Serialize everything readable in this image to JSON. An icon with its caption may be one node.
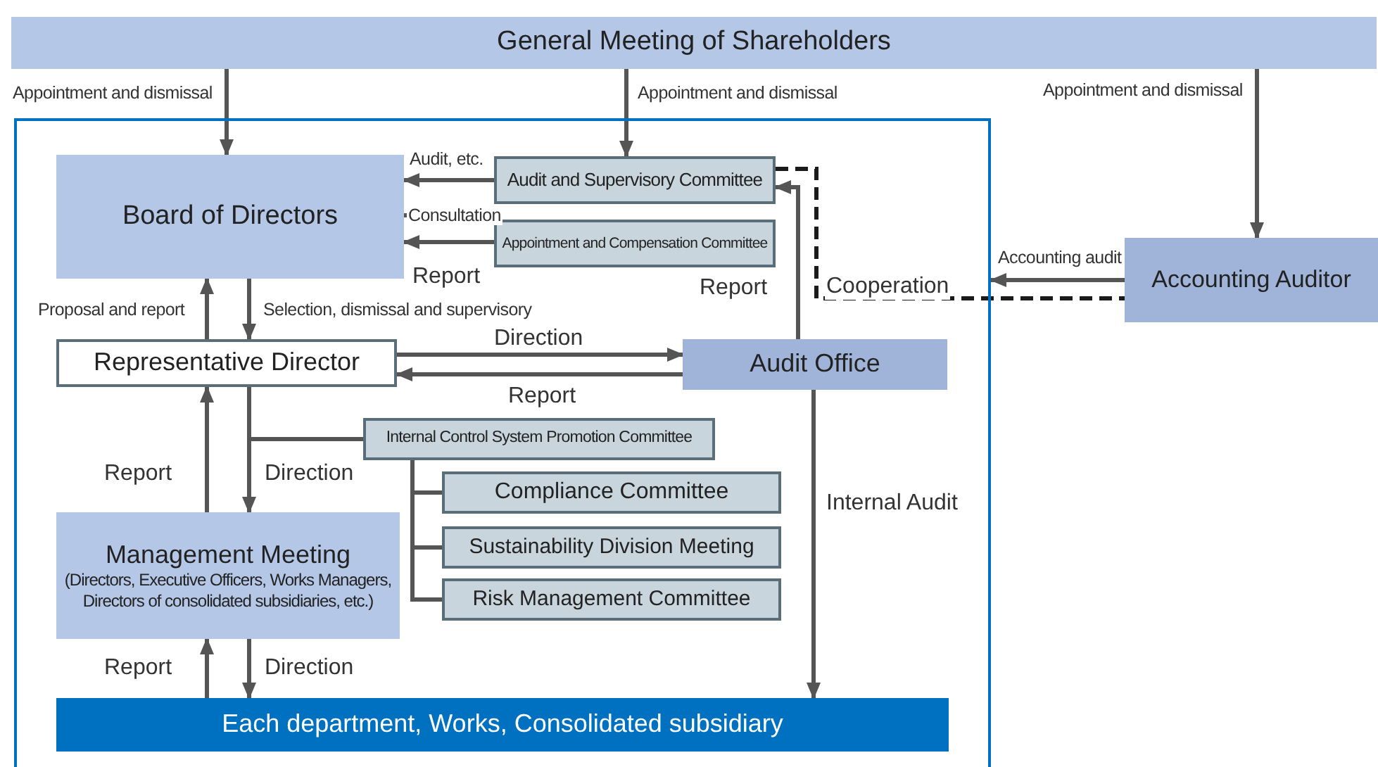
{
  "diagram": {
    "nodes": [
      {
        "text": [
          "General Meeting of Shareholders"
        ]
      },
      {
        "text": [],
        "shape": "box"
      },
      {
        "text": [
          "Board of Directors"
        ],
        "in": 1
      },
      {
        "text": [
          "Audit and Supervisory Committee"
        ],
        "in": 1
      },
      {
        "text": [
          "Appointment and Compensation Committee"
        ],
        "in": 1
      },
      {
        "text": [
          "Accounting Auditor"
        ]
      },
      {
        "text": [
          "Representative Director"
        ],
        "in": 1
      },
      {
        "text": [
          "Audit Office"
        ],
        "in": 1
      },
      {
        "text": [
          "Internal Control System Promotion Committee"
        ],
        "in": 1
      },
      {
        "text": [
          "Management Meeting",
          "(Directors, Executive Officers, Works Managers, Directors of consolidated subsidiaries, etc.)"
        ],
        "in": 1
      },
      {
        "text": [
          "Compliance Committee"
        ],
        "in": 1
      },
      {
        "text": [
          "Sustainability Division Meeting"
        ],
        "in": 1
      },
      {
        "text": [
          "Risk Management Committee"
        ],
        "in": 1
      },
      {
        "text": [
          "Each department, Works, Consolidated subsidiary"
        ],
        "in": 1
      }
    ],
    "edges": [
      {
        "from": 0,
        "to": 2,
        "arrow": "to",
        "label": "Appointment and dismissal"
      },
      {
        "from": 0,
        "to": 3,
        "arrow": "to",
        "label": "Appointment and dismissal"
      },
      {
        "from": 0,
        "to": 5,
        "arrow": "to",
        "label": "Appointment and dismissal"
      },
      {
        "from": 3,
        "to": 2,
        "arrow": "to",
        "label": "Audit, etc."
      },
      {
        "from": 2,
        "to": 4,
        "arrow": "to",
        "label": "Consultation"
      },
      {
        "from": 4,
        "to": 2,
        "arrow": "to",
        "label": "Report"
      },
      {
        "from": 7,
        "to": 3,
        "arrow": "to",
        "label": "Report"
      },
      {
        "from": 3,
        "to": 5,
        "arrow": "none",
        "label": "Cooperation",
        "style": "dashed",
        "color": "#1a1a1a"
      },
      {
        "from": 5,
        "to": 1,
        "arrow": "to",
        "label": "Accounting audit"
      },
      {
        "from": 6,
        "to": 2,
        "arrow": "to",
        "label": "Proposal and report"
      },
      {
        "from": 2,
        "to": 6,
        "arrow": "to",
        "label": "Selection, dismissal and supervisory"
      },
      {
        "from": 6,
        "to": 7,
        "arrow": "to",
        "label": "Direction"
      },
      {
        "from": 7,
        "to": 6,
        "arrow": "to",
        "label": "Report"
      },
      {
        "from": 6,
        "to": 9,
        "arrow": "to",
        "label": "Direction"
      },
      {
        "from": 6,
        "to": 8,
        "arrow": "none"
      },
      {
        "from": 9,
        "to": 6,
        "arrow": "to",
        "label": "Report"
      },
      {
        "from": 8,
        "to": 10,
        "arrow": "none"
      },
      {
        "from": 8,
        "to": 11,
        "arrow": "none"
      },
      {
        "from": 8,
        "to": 12,
        "arrow": "none"
      },
      {
        "from": 7,
        "to": 13,
        "arrow": "to",
        "label": "Internal Audit"
      },
      {
        "from": 13,
        "to": 9,
        "arrow": "to",
        "label": "Report"
      },
      {
        "from": 9,
        "to": 13,
        "arrow": "to",
        "label": "Direction"
      }
    ]
  }
}
